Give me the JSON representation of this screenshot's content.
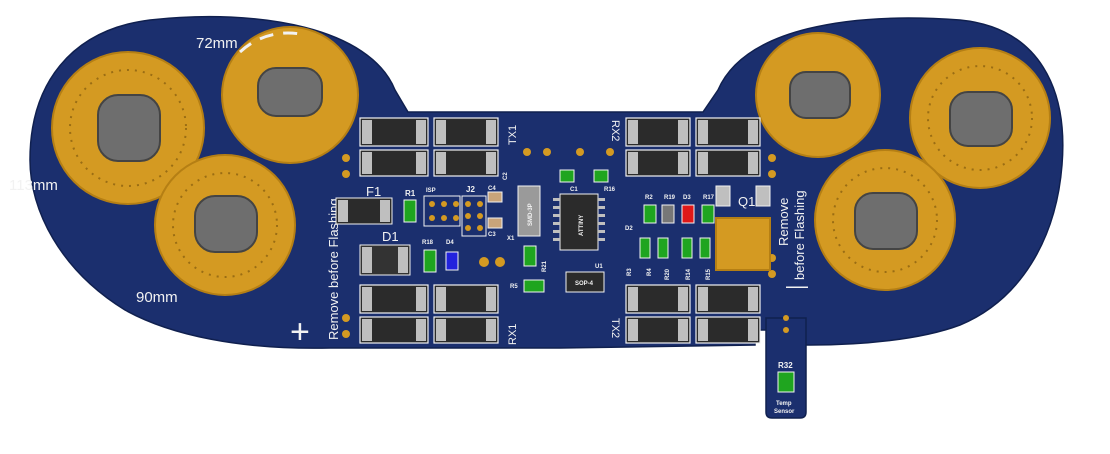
{
  "board": {
    "colors": {
      "board": "#1b2f6e",
      "board_edge": "#10204f",
      "copper": "#d49a22",
      "copper_dark": "#b57f14",
      "hole": "#6e6e6e",
      "silk": "#f2f2f2",
      "chip": "#2b2b2b",
      "pad": "#bfbfbf",
      "led_green": "#1fa51f",
      "led_red": "#e01818",
      "led_blue": "#2222dd",
      "capacitor": "#c9a47a",
      "connector": "#1a1a1a"
    },
    "labels": {
      "size_72": "72mm",
      "size_113": "113mm",
      "size_90": "90mm",
      "remove_left": "Remove before Flashing",
      "remove_right_1": "Remove",
      "remove_right_2": "before Flashing",
      "plus": "+",
      "minus": "—",
      "tx1": "TX1",
      "rx1": "RX1",
      "rx2_top": "RX2",
      "tx2_bottom": "TX2",
      "temp_1": "Temp",
      "temp_2": "Sensor"
    },
    "refs": {
      "F1": "F1",
      "D1": "D1",
      "R1": "R1",
      "ISP": "ISP",
      "J2": "J2",
      "C4": "C4",
      "C3": "C3",
      "C2": "C2",
      "X1": "X1",
      "C1": "C1",
      "R16": "R16",
      "R18": "R18",
      "D4": "D4",
      "R5": "R5",
      "R21": "R21",
      "U1": "U1",
      "R2": "R2",
      "R19": "R19",
      "D3": "D3",
      "R17": "R17",
      "Q1": "Q1",
      "D2": "D2",
      "R3": "R3",
      "R4": "R4",
      "R20": "R20",
      "R14": "R14",
      "R15": "R15",
      "R32": "R32"
    },
    "chips": {
      "smd": "SMD-3P",
      "mcu": "ATTINY",
      "sop": "SOP-4"
    }
  }
}
